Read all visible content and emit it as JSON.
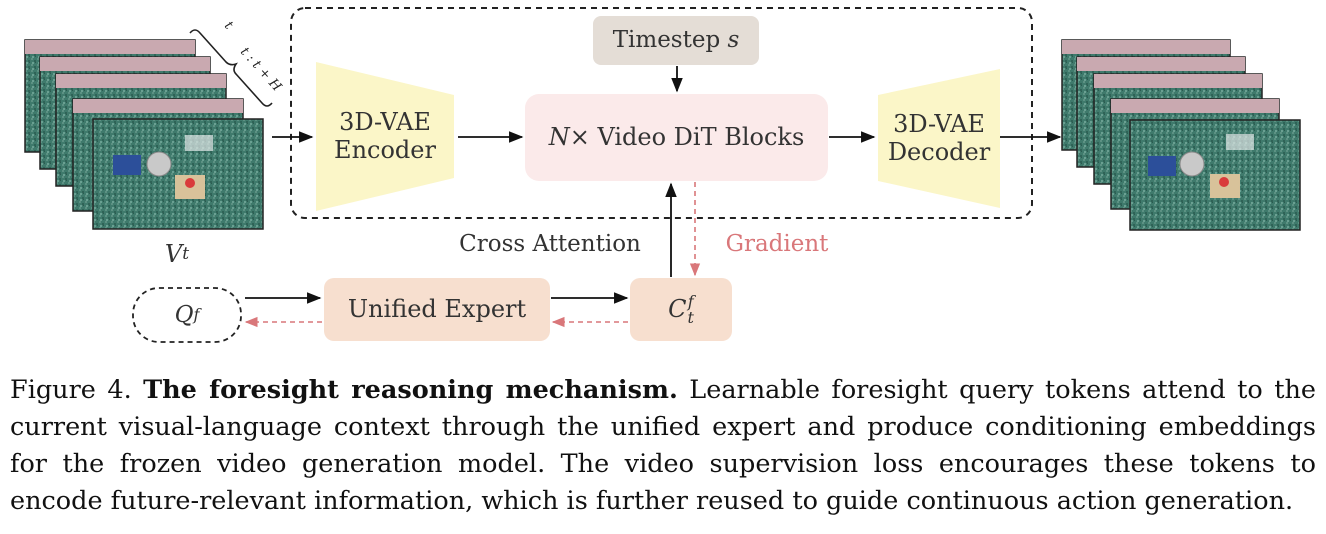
{
  "diagram": {
    "input_label": "V",
    "input_subscript": "t",
    "brace_top": "t",
    "brace_range": "t : t + H",
    "encoder_line1": "3D-VAE",
    "encoder_line2": "Encoder",
    "dit_n": "N",
    "dit_rest": "× Video DiT Blocks",
    "timestep_text": "Timestep ",
    "timestep_var": "s",
    "decoder_line1": "3D-VAE",
    "decoder_line2": "Decoder",
    "cross_attention": "Cross Attention",
    "gradient": "Gradient",
    "query_base": "Q",
    "query_sup": "f",
    "expert": "Unified Expert",
    "cond_base": "C",
    "cond_sup": "f",
    "cond_sub": "t",
    "colors": {
      "vae_fill": "#fbf6c8",
      "dit_fill": "#fbeaea",
      "expert_fill": "#f7dfcf",
      "timestep_fill": "#e4ddd6",
      "gradient": "#d9777a",
      "scene_green": "#3f7a6c"
    }
  },
  "caption": {
    "figure_label": "Figure 4.",
    "bold_title": "The foresight reasoning mechanism.",
    "body": " Learnable foresight query tokens attend to the current visual-language context through the unified expert and produce conditioning embeddings for the frozen video generation model. The video supervision loss encourages these tokens to encode future-relevant information, which is further reused to guide continuous action generation."
  }
}
